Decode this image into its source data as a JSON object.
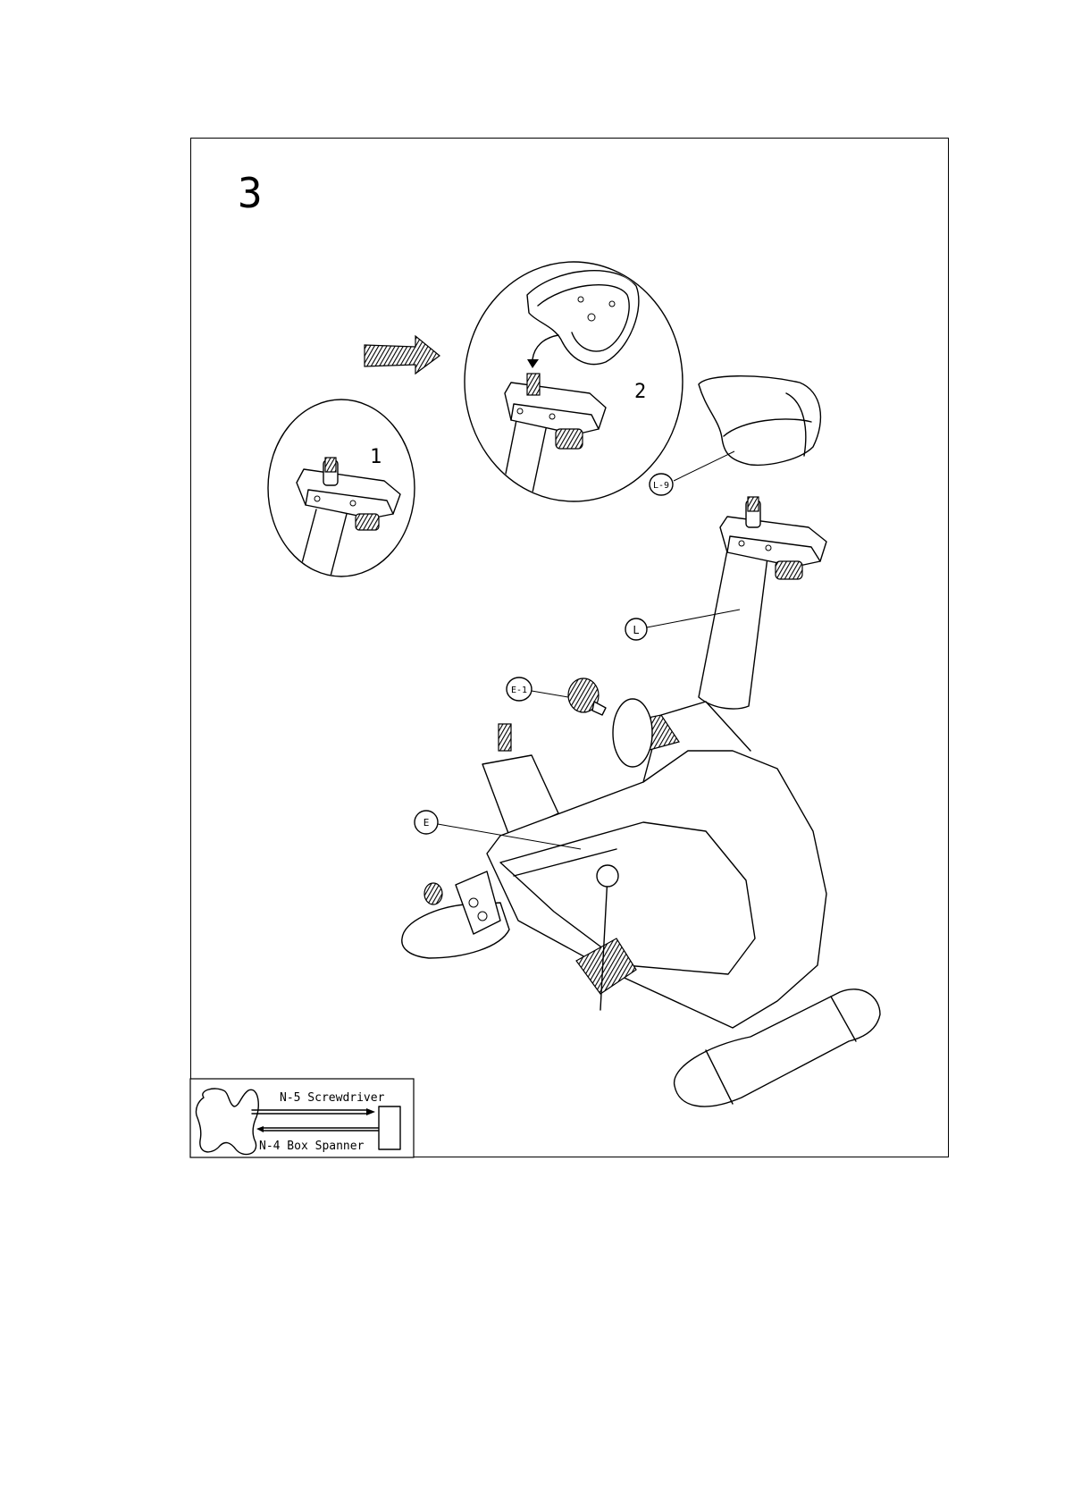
{
  "step_number": "3",
  "detail_labels": {
    "detail_1": "1",
    "detail_2": "2"
  },
  "part_labels": {
    "seat": "L-9",
    "seat_post": "L",
    "knob": "E-1",
    "frame": "E"
  },
  "tools": {
    "screwdriver": "N-5 Screwdriver",
    "spanner": "N-4 Box Spanner"
  }
}
